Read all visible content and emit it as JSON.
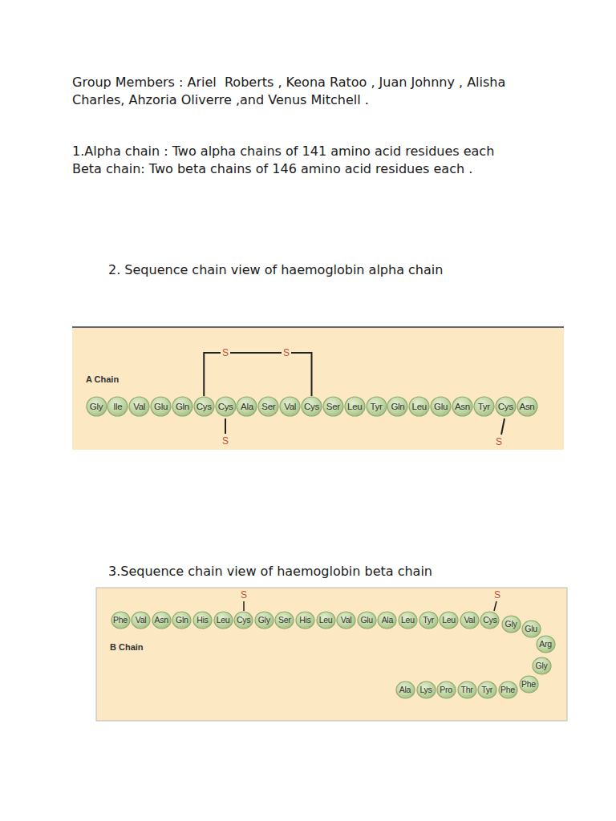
{
  "diagram": {
    "nodes": [
      {
        "text": [
          "A Chain"
        ]
      },
      {
        "text": [
          "Gly"
        ],
        "in": 0
      },
      {
        "text": [
          "Ile"
        ],
        "in": 0
      },
      {
        "text": [
          "Val"
        ],
        "in": 0
      },
      {
        "text": [
          "Glu"
        ],
        "in": 0
      },
      {
        "text": [
          "Gln"
        ],
        "in": 0
      },
      {
        "text": [
          "Cys"
        ],
        "in": 0
      },
      {
        "text": [
          "Cys"
        ],
        "in": 0
      },
      {
        "text": [
          "Ala"
        ],
        "in": 0
      },
      {
        "text": [
          "Ser"
        ],
        "in": 0
      },
      {
        "text": [
          "Val"
        ],
        "in": 0
      },
      {
        "text": [
          "Cys"
        ],
        "in": 0
      },
      {
        "text": [
          "Ser"
        ],
        "in": 0
      },
      {
        "text": [
          "Leu"
        ],
        "in": 0
      },
      {
        "text": [
          "Tyr"
        ],
        "in": 0
      },
      {
        "text": [
          "Gln"
        ],
        "in": 0
      },
      {
        "text": [
          "Leu"
        ],
        "in": 0
      },
      {
        "text": [
          "Glu"
        ],
        "in": 0
      },
      {
        "text": [
          "Asn"
        ],
        "in": 0
      },
      {
        "text": [
          "Tyr"
        ],
        "in": 0
      },
      {
        "text": [
          "Cys"
        ],
        "in": 0
      },
      {
        "text": [
          "Asn"
        ],
        "in": 0
      },
      {
        "text": [
          "B Chain"
        ]
      },
      {
        "text": [
          "Phe"
        ],
        "in": 22
      },
      {
        "text": [
          "Val"
        ],
        "in": 22
      },
      {
        "text": [
          "Asn"
        ],
        "in": 22
      },
      {
        "text": [
          "Gln"
        ],
        "in": 22
      },
      {
        "text": [
          "His"
        ],
        "in": 22
      },
      {
        "text": [
          "Leu"
        ],
        "in": 22
      },
      {
        "text": [
          "Cys"
        ],
        "in": 22
      },
      {
        "text": [
          "Gly"
        ],
        "in": 22
      },
      {
        "text": [
          "Ser"
        ],
        "in": 22
      },
      {
        "text": [
          "His"
        ],
        "in": 22
      },
      {
        "text": [
          "Leu"
        ],
        "in": 22
      },
      {
        "text": [
          "Val"
        ],
        "in": 22
      },
      {
        "text": [
          "Glu"
        ],
        "in": 22
      },
      {
        "text": [
          "Ala"
        ],
        "in": 22
      },
      {
        "text": [
          "Leu"
        ],
        "in": 22
      },
      {
        "text": [
          "Tyr"
        ],
        "in": 22
      },
      {
        "text": [
          "Leu"
        ],
        "in": 22
      },
      {
        "text": [
          "Val"
        ],
        "in": 22
      },
      {
        "text": [
          "Cys"
        ],
        "in": 22
      },
      {
        "text": [
          "Gly"
        ],
        "in": 22
      },
      {
        "text": [
          "Glu"
        ],
        "in": 22
      },
      {
        "text": [
          "Arg"
        ],
        "in": 22
      },
      {
        "text": [
          "Gly"
        ],
        "in": 22
      },
      {
        "text": [
          "Phe"
        ],
        "in": 22
      },
      {
        "text": [
          "Phe"
        ],
        "in": 22
      },
      {
        "text": [
          "Tyr"
        ],
        "in": 22
      },
      {
        "text": [
          "Thr"
        ],
        "in": 22
      },
      {
        "text": [
          "Pro"
        ],
        "in": 22
      },
      {
        "text": [
          "Lys"
        ],
        "in": 22
      },
      {
        "text": [
          "Ala"
        ],
        "in": 22
      }
    ],
    "edges": [
      {
        "from": 6,
        "to": 11,
        "arrow": "none"
      }
    ],
    "labels": [
      "Group Members : Ariel  Roberts , Keona Ratoo , Juan Johnny , Alisha Charles, Ahzoria Oliverre ,and Venus Mitchell .",
      "1.Alpha chain : Two alpha chains of 141 amino acid residues each",
      "Beta chain: Two beta chains of 146 amino acid residues each .",
      "2. Sequence chain view of haemoglobin alpha chain",
      "S",
      "S",
      "S",
      "S",
      "3.Sequence chain view of haemoglobin beta chain",
      "S",
      "S"
    ]
  }
}
